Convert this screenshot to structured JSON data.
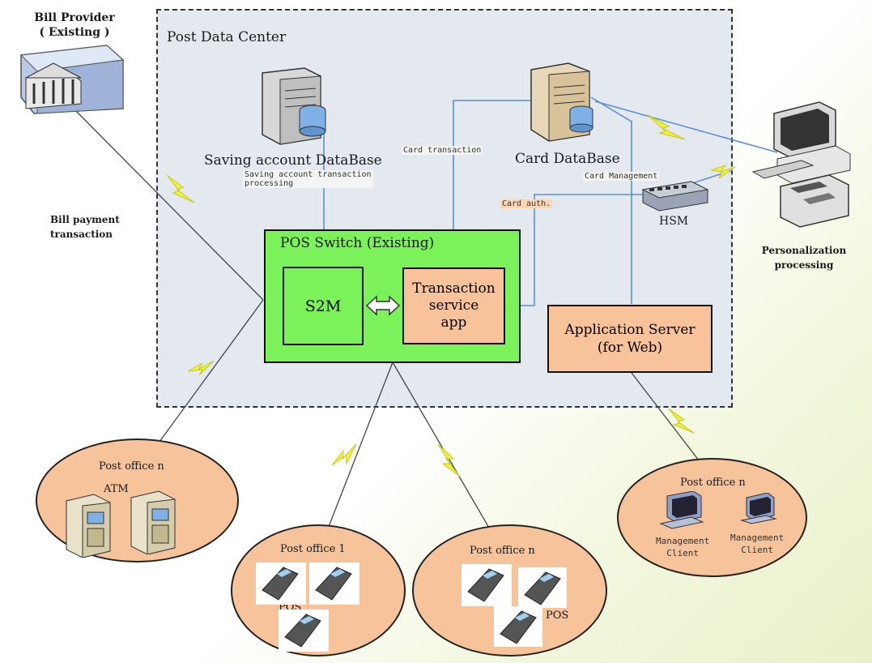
{
  "bill_provider": {
    "title": "Bill Provider",
    "subtitle": "( Existing )"
  },
  "bill_payment_label": "Bill payment\ntransaction",
  "data_center": {
    "title": "Post Data Center"
  },
  "saving_db": {
    "label": "Saving account DataBase",
    "link_label": "Saving account transaction\nprocessing"
  },
  "card_db": {
    "label": "Card DataBase",
    "transaction_label": "Card transaction"
  },
  "card_management_label": "Card Management",
  "card_auth_label": "Card auth.",
  "hsm_label": "HSM",
  "personalization_label": "Personalization\nprocessing",
  "pos_switch": {
    "title": "POS Switch (Existing)",
    "s2m": "S2M",
    "tsa": "Transaction\nservice\napp"
  },
  "app_server": {
    "label": "Application Server\n(for Web)"
  },
  "offices": {
    "atm_office": {
      "title": "Post office n",
      "sub": "ATM"
    },
    "pos_office_1": {
      "title": "Post office 1",
      "sub": "POS"
    },
    "pos_office_n": {
      "title": "Post office n",
      "sub": "POS"
    },
    "mgmt_office": {
      "title": "Post office n",
      "client_1": "Management\nClient",
      "client_2": "Management\nClient"
    }
  },
  "colors": {
    "green": "#7cf25a",
    "salmon": "#f8c39a",
    "ellipse": "#f6c39b",
    "line_blue": "#5b8fd6",
    "lightning": "#f2f23a"
  }
}
